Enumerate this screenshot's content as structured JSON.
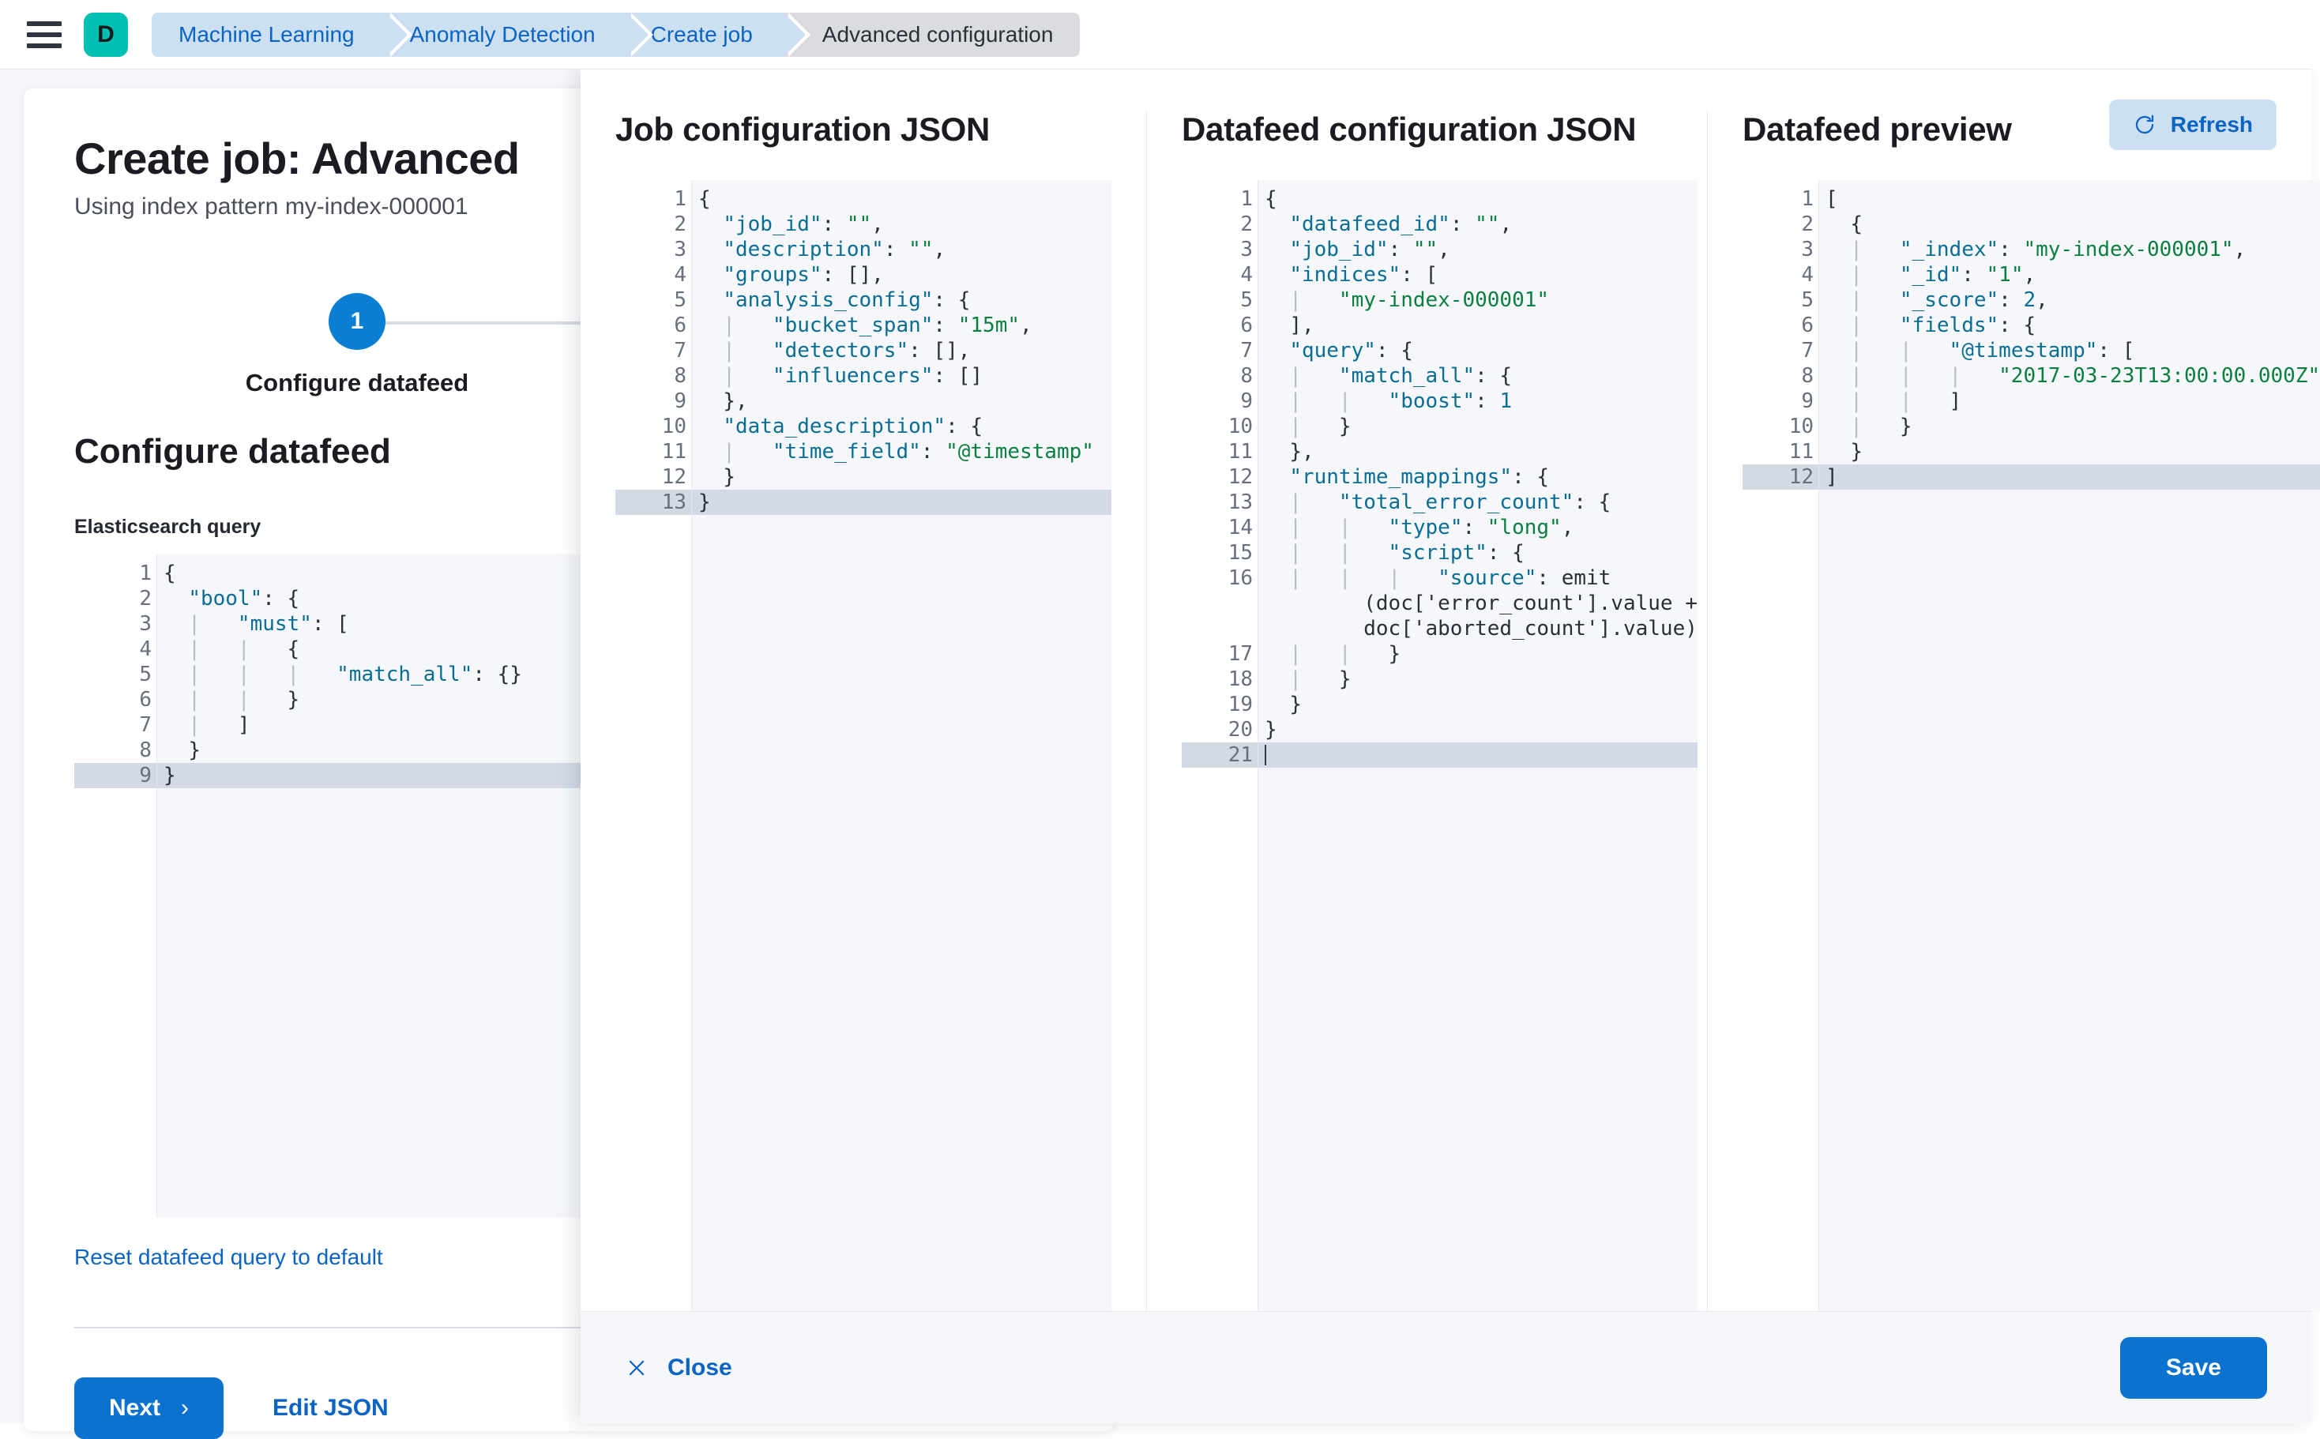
{
  "topbar": {
    "menu_icon": "hamburger-menu-icon",
    "space_avatar": "D",
    "breadcrumbs": [
      {
        "label": "Machine Learning",
        "current": false
      },
      {
        "label": "Anomaly Detection",
        "current": false
      },
      {
        "label": "Create job",
        "current": false
      },
      {
        "label": "Advanced configuration",
        "current": true
      }
    ]
  },
  "form": {
    "title": "Create job: Advanced",
    "subtitle": "Using index pattern my-index-000001",
    "step": {
      "number": "1",
      "label": "Configure datafeed"
    },
    "section_title": "Configure datafeed",
    "query_label": "Elasticsearch query",
    "reset_link": "Reset datafeed query to default",
    "next_label": "Next",
    "next_chevron": "chevron-right-icon",
    "edit_json_label": "Edit JSON",
    "query_editor": {
      "lines": [
        {
          "n": "1",
          "fold": true,
          "hl": false,
          "text": "{"
        },
        {
          "n": "2",
          "fold": true,
          "hl": false,
          "text": "  \"bool\": {"
        },
        {
          "n": "3",
          "fold": true,
          "hl": false,
          "text": "  |   \"must\": ["
        },
        {
          "n": "4",
          "fold": true,
          "hl": false,
          "text": "  |   |   {"
        },
        {
          "n": "5",
          "fold": false,
          "hl": false,
          "text": "  |   |   |   \"match_all\": {}"
        },
        {
          "n": "6",
          "fold": false,
          "hl": false,
          "text": "  |   |   }"
        },
        {
          "n": "7",
          "fold": false,
          "hl": false,
          "text": "  |   ]"
        },
        {
          "n": "8",
          "fold": false,
          "hl": false,
          "text": "  }"
        },
        {
          "n": "9",
          "fold": false,
          "hl": true,
          "text": "}"
        }
      ]
    }
  },
  "flyout": {
    "columns": [
      {
        "title": "Job configuration JSON",
        "has_refresh": false,
        "lines": [
          {
            "n": "1",
            "fold": true,
            "hl": false,
            "text": "{"
          },
          {
            "n": "2",
            "fold": false,
            "hl": false,
            "text": "  \"job_id\": \"\","
          },
          {
            "n": "3",
            "fold": false,
            "hl": false,
            "text": "  \"description\": \"\","
          },
          {
            "n": "4",
            "fold": false,
            "hl": false,
            "text": "  \"groups\": [],"
          },
          {
            "n": "5",
            "fold": true,
            "hl": false,
            "text": "  \"analysis_config\": {"
          },
          {
            "n": "6",
            "fold": false,
            "hl": false,
            "text": "  |   \"bucket_span\": \"15m\","
          },
          {
            "n": "7",
            "fold": false,
            "hl": false,
            "text": "  |   \"detectors\": [],"
          },
          {
            "n": "8",
            "fold": false,
            "hl": false,
            "text": "  |   \"influencers\": []"
          },
          {
            "n": "9",
            "fold": false,
            "hl": false,
            "text": "  },"
          },
          {
            "n": "10",
            "fold": true,
            "hl": false,
            "text": "  \"data_description\": {"
          },
          {
            "n": "11",
            "fold": false,
            "hl": false,
            "text": "  |   \"time_field\": \"@timestamp\""
          },
          {
            "n": "12",
            "fold": false,
            "hl": false,
            "text": "  }"
          },
          {
            "n": "13",
            "fold": false,
            "hl": true,
            "text": "}"
          }
        ]
      },
      {
        "title": "Datafeed configuration JSON",
        "has_refresh": false,
        "lines": [
          {
            "n": "1",
            "fold": true,
            "hl": false,
            "text": "{"
          },
          {
            "n": "2",
            "fold": false,
            "hl": false,
            "text": "  \"datafeed_id\": \"\","
          },
          {
            "n": "3",
            "fold": false,
            "hl": false,
            "text": "  \"job_id\": \"\","
          },
          {
            "n": "4",
            "fold": true,
            "hl": false,
            "text": "  \"indices\": ["
          },
          {
            "n": "5",
            "fold": false,
            "hl": false,
            "text": "  |   \"my-index-000001\""
          },
          {
            "n": "6",
            "fold": false,
            "hl": false,
            "text": "  ],"
          },
          {
            "n": "7",
            "fold": true,
            "hl": false,
            "text": "  \"query\": {"
          },
          {
            "n": "8",
            "fold": true,
            "hl": false,
            "text": "  |   \"match_all\": {"
          },
          {
            "n": "9",
            "fold": false,
            "hl": false,
            "text": "  |   |   \"boost\": 1"
          },
          {
            "n": "10",
            "fold": false,
            "hl": false,
            "text": "  |   }"
          },
          {
            "n": "11",
            "fold": false,
            "hl": false,
            "text": "  },"
          },
          {
            "n": "12",
            "fold": true,
            "hl": false,
            "text": "  \"runtime_mappings\": {"
          },
          {
            "n": "13",
            "fold": true,
            "hl": false,
            "text": "  |   \"total_error_count\": {"
          },
          {
            "n": "14",
            "fold": false,
            "hl": false,
            "text": "  |   |   \"type\": \"long\","
          },
          {
            "n": "15",
            "fold": true,
            "hl": false,
            "text": "  |   |   \"script\": {"
          },
          {
            "n": "16",
            "fold": false,
            "hl": false,
            "wrap": true,
            "text": "  |   |   |   \"source\": \"emit\n        (doc['error_count'].value +\n        doc['aborted_count'].value)\""
          },
          {
            "n": "17",
            "fold": false,
            "hl": false,
            "text": "  |   |   }"
          },
          {
            "n": "18",
            "fold": false,
            "hl": false,
            "text": "  |   }"
          },
          {
            "n": "19",
            "fold": false,
            "hl": false,
            "text": "  }"
          },
          {
            "n": "20",
            "fold": false,
            "hl": false,
            "text": "}"
          },
          {
            "n": "21",
            "fold": false,
            "hl": true,
            "caret": true,
            "text": ""
          }
        ]
      },
      {
        "title": "Datafeed preview",
        "has_refresh": true,
        "refresh_label": "Refresh",
        "refresh_icon": "refresh-icon",
        "lines": [
          {
            "n": "1",
            "fold": true,
            "hl": false,
            "text": "["
          },
          {
            "n": "2",
            "fold": true,
            "hl": false,
            "text": "  {"
          },
          {
            "n": "3",
            "fold": false,
            "hl": false,
            "text": "  |   \"_index\": \"my-index-000001\","
          },
          {
            "n": "4",
            "fold": false,
            "hl": false,
            "text": "  |   \"_id\": \"1\","
          },
          {
            "n": "5",
            "fold": false,
            "hl": false,
            "text": "  |   \"_score\": 2,"
          },
          {
            "n": "6",
            "fold": true,
            "hl": false,
            "text": "  |   \"fields\": {"
          },
          {
            "n": "7",
            "fold": true,
            "hl": false,
            "text": "  |   |   \"@timestamp\": ["
          },
          {
            "n": "8",
            "fold": false,
            "hl": false,
            "text": "  |   |   |   \"2017-03-23T13:00:00.000Z\""
          },
          {
            "n": "9",
            "fold": false,
            "hl": false,
            "text": "  |   |   ]"
          },
          {
            "n": "10",
            "fold": false,
            "hl": false,
            "text": "  |   }"
          },
          {
            "n": "11",
            "fold": false,
            "hl": false,
            "text": "  }"
          },
          {
            "n": "12",
            "fold": false,
            "hl": true,
            "text": "]"
          }
        ]
      }
    ],
    "footer": {
      "close_label": "Close",
      "close_icon": "close-x-icon",
      "save_label": "Save"
    }
  },
  "colors": {
    "accent": "#0b72cf",
    "brand_teal": "#00bfb3",
    "link": "#0b64c4",
    "crumb_bg": "#cce0f2",
    "crumb_current_bg": "#dadce0",
    "editor_bg": "#f5f7fa",
    "editor_hl": "#d3dae6",
    "json_key": "#0a6e94",
    "json_string": "#0a7f3f"
  }
}
